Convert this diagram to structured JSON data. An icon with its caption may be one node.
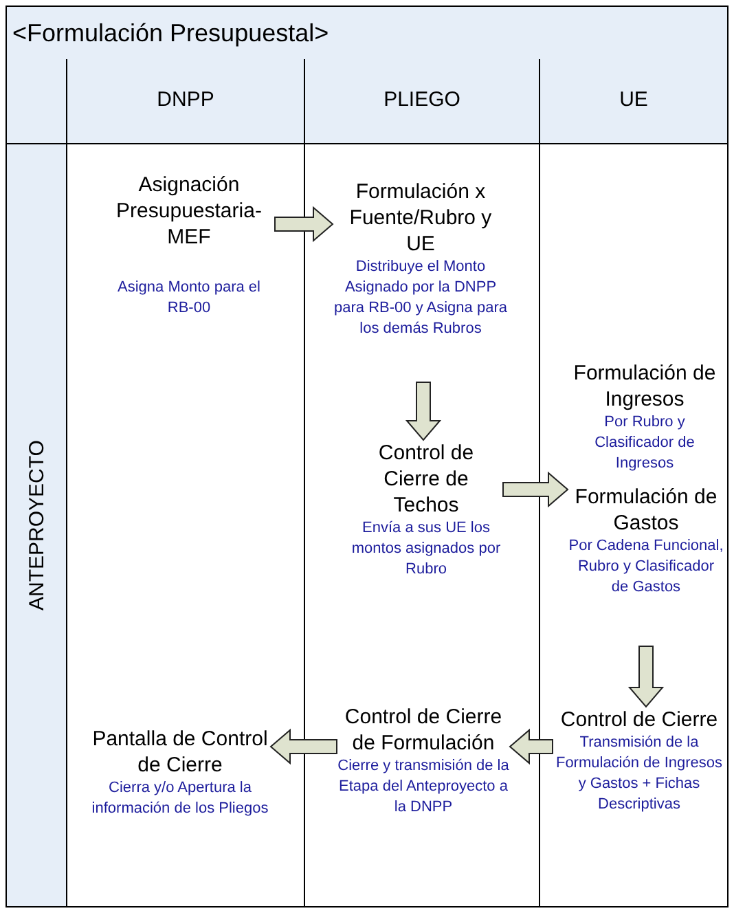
{
  "diagram": {
    "title": "<Formulación Presupuestal>",
    "nodes": [
      {
        "text": [
          "ANTEPROYECTO"
        ]
      },
      {
        "text": [
          "DNPP"
        ]
      },
      {
        "text": [
          "PLIEGO"
        ]
      },
      {
        "text": [
          "UE"
        ]
      },
      {
        "text": [
          "Asignación Presupuestaria-MEF",
          "Asigna Monto para el RB-00"
        ],
        "in": 1
      },
      {
        "text": [
          "Formulación x Fuente/Rubro y UE",
          "Distribuye el Monto Asignado por la DNPP para RB-00 y Asigna para los demás Rubros"
        ],
        "in": 2
      },
      {
        "text": [
          "Control de Cierre de Techos",
          "Envía a sus UE los montos asignados por Rubro"
        ],
        "in": 2
      },
      {
        "text": [
          "Formulación de Ingresos",
          "Por Rubro y Clasificador de Ingresos"
        ],
        "in": 3
      },
      {
        "text": [
          "Formulación de Gastos",
          "Por Cadena Funcional, Rubro y Clasificador de Gastos"
        ],
        "in": 3
      },
      {
        "text": [
          "Control de Cierre",
          "Transmisión de la Formulación de Ingresos y Gastos + Fichas Descriptivas"
        ],
        "in": 3
      },
      {
        "text": [
          "Control de Cierre de Formulación",
          "Cierre y transmisión de la Etapa del Anteproyecto a la DNPP"
        ],
        "in": 2
      },
      {
        "text": [
          "Pantalla de Control de Cierre",
          "Cierra y/o Apertura la información de los Pliegos"
        ],
        "in": 1
      }
    ],
    "edges": [
      {
        "from": 4,
        "to": 5,
        "arrow": "to"
      },
      {
        "from": 5,
        "to": 6,
        "arrow": "to"
      },
      {
        "from": 6,
        "to": 8,
        "arrow": "to"
      },
      {
        "from": 8,
        "to": 9,
        "arrow": "to"
      },
      {
        "from": 9,
        "to": 10,
        "arrow": "to"
      },
      {
        "from": 10,
        "to": 11,
        "arrow": "to"
      }
    ]
  }
}
